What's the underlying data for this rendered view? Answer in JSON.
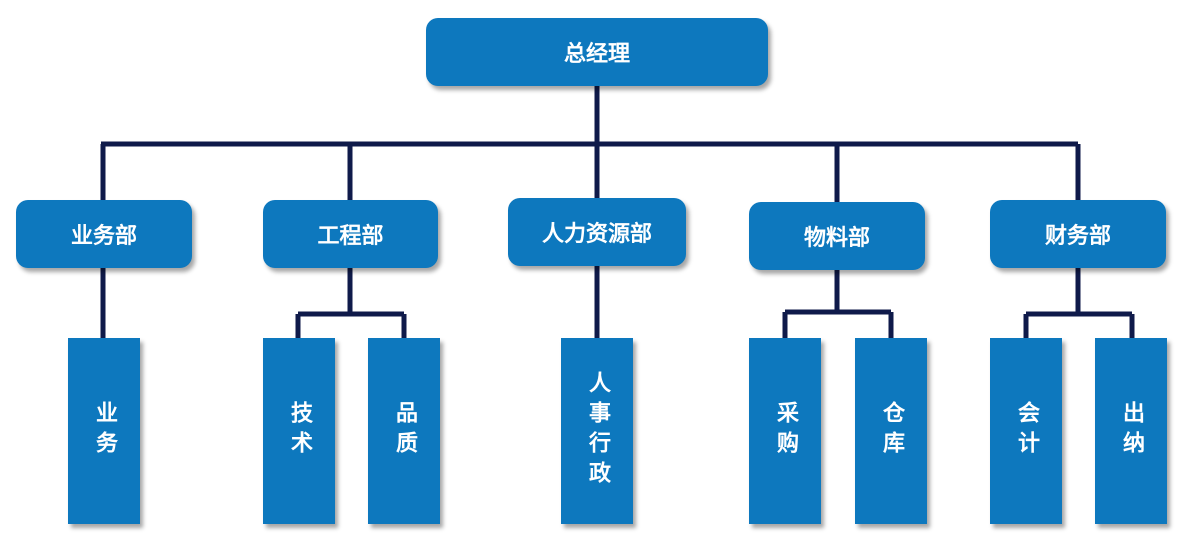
{
  "org": {
    "top": {
      "label": "总经理"
    },
    "departments": [
      {
        "label": "业务部",
        "units": [
          "业务"
        ]
      },
      {
        "label": "工程部",
        "units": [
          "技术",
          "品质"
        ]
      },
      {
        "label": "人力资源部",
        "units": [
          "人事行政"
        ]
      },
      {
        "label": "物料部",
        "units": [
          "采购",
          "仓库"
        ]
      },
      {
        "label": "财务部",
        "units": [
          "会计",
          "出纳"
        ]
      }
    ]
  },
  "colors": {
    "box": "#0d78be",
    "line": "#0f1a4a",
    "text": "#ffffff"
  }
}
